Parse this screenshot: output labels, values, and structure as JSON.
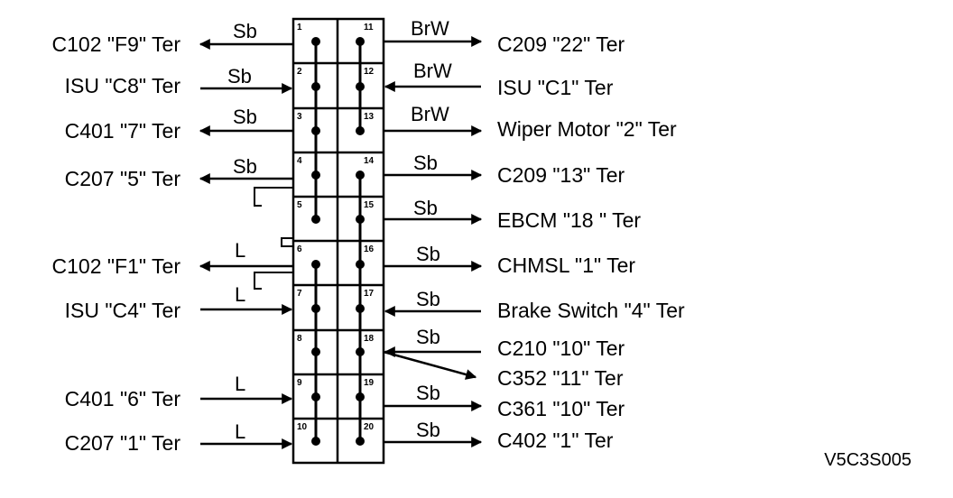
{
  "pins_left": [
    "1",
    "2",
    "3",
    "4",
    "5",
    "6",
    "7",
    "8",
    "9",
    "10"
  ],
  "pins_right": [
    "11",
    "12",
    "13",
    "14",
    "15",
    "16",
    "17",
    "18",
    "19",
    "20"
  ],
  "left_terminals": [
    "C102 \"F9\" Ter",
    "ISU \"C8\" Ter",
    "C401 \"7\" Ter",
    "C207 \"5\" Ter",
    "C102 \"F1\" Ter",
    "ISU \"C4\" Ter",
    "C401 \"6\" Ter",
    "C207 \"1\" Ter"
  ],
  "left_wires": [
    "Sb",
    "Sb",
    "Sb",
    "Sb",
    "L",
    "L",
    "L",
    "L"
  ],
  "right_terminals": [
    "C209 \"22\" Ter",
    "ISU \"C1\" Ter",
    "Wiper Motor \"2\" Ter",
    "C209 \"13\" Ter",
    "EBCM \"18 \" Ter",
    "CHMSL \"1\" Ter",
    "Brake Switch \"4\" Ter",
    "C210 \"10\" Ter",
    "C352 \"11\" Ter",
    "C361 \"10\" Ter",
    "C402 \"1\" Ter"
  ],
  "right_wires": [
    "BrW",
    "BrW",
    "BrW",
    "Sb",
    "Sb",
    "Sb",
    "Sb",
    "Sb",
    "Sb",
    "Sb"
  ],
  "figure_code": "V5C3S005"
}
